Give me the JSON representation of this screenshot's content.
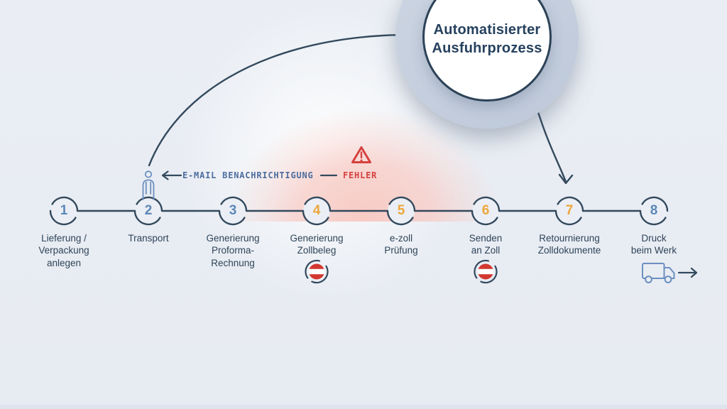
{
  "diagram": {
    "title": {
      "line1": "Automatisierter",
      "line2": "Ausfuhrprozess"
    },
    "notification": {
      "email_label": "E-MAIL BENACHRICHTIGUNG",
      "error_label": "FEHLER"
    },
    "steps": [
      {
        "number": "1",
        "label": "Lieferung /\nVerpackung\nanlegen",
        "accent": "blue",
        "icon": "none"
      },
      {
        "number": "2",
        "label": "Transport",
        "accent": "blue",
        "icon": "person-icon"
      },
      {
        "number": "3",
        "label": "Generierung\nProforma-\nRechnung",
        "accent": "blue",
        "icon": "none"
      },
      {
        "number": "4",
        "label": "Generierung\nZollbeleg",
        "accent": "orange",
        "icon": "austria-flag-icon"
      },
      {
        "number": "5",
        "label": "e-zoll\nPrüfung",
        "accent": "orange",
        "icon": "none"
      },
      {
        "number": "6",
        "label": "Senden\nan Zoll",
        "accent": "orange",
        "icon": "austria-flag-icon"
      },
      {
        "number": "7",
        "label": "Retournierung\nZolldokumente",
        "accent": "orange",
        "icon": "none"
      },
      {
        "number": "8",
        "label": "Druck\nbeim Werk",
        "accent": "blue",
        "icon": "truck-icon"
      }
    ],
    "icons": {
      "warning": "warning-triangle-icon",
      "person": "person-icon",
      "austria_flag": "austria-flag-icon",
      "truck": "truck-icon",
      "curved_process_arrow": "curved-arrow-icon",
      "email_arrow": "arrow-left-icon",
      "shipping_arrow": "arrow-right-icon"
    },
    "colors": {
      "background": "#e9edf3",
      "navy_stroke": "#33495d",
      "blue_accent": "#5d87b7",
      "orange_accent": "#eda63d",
      "error_red": "#d5413d",
      "flag_red": "#d2382f",
      "email_blue": "#4d6e9e",
      "badge_ring": "#c6cfdd",
      "highlight_pink": "#f8c7c0",
      "label_text": "#2e4458",
      "title_text": "#26415e"
    }
  }
}
